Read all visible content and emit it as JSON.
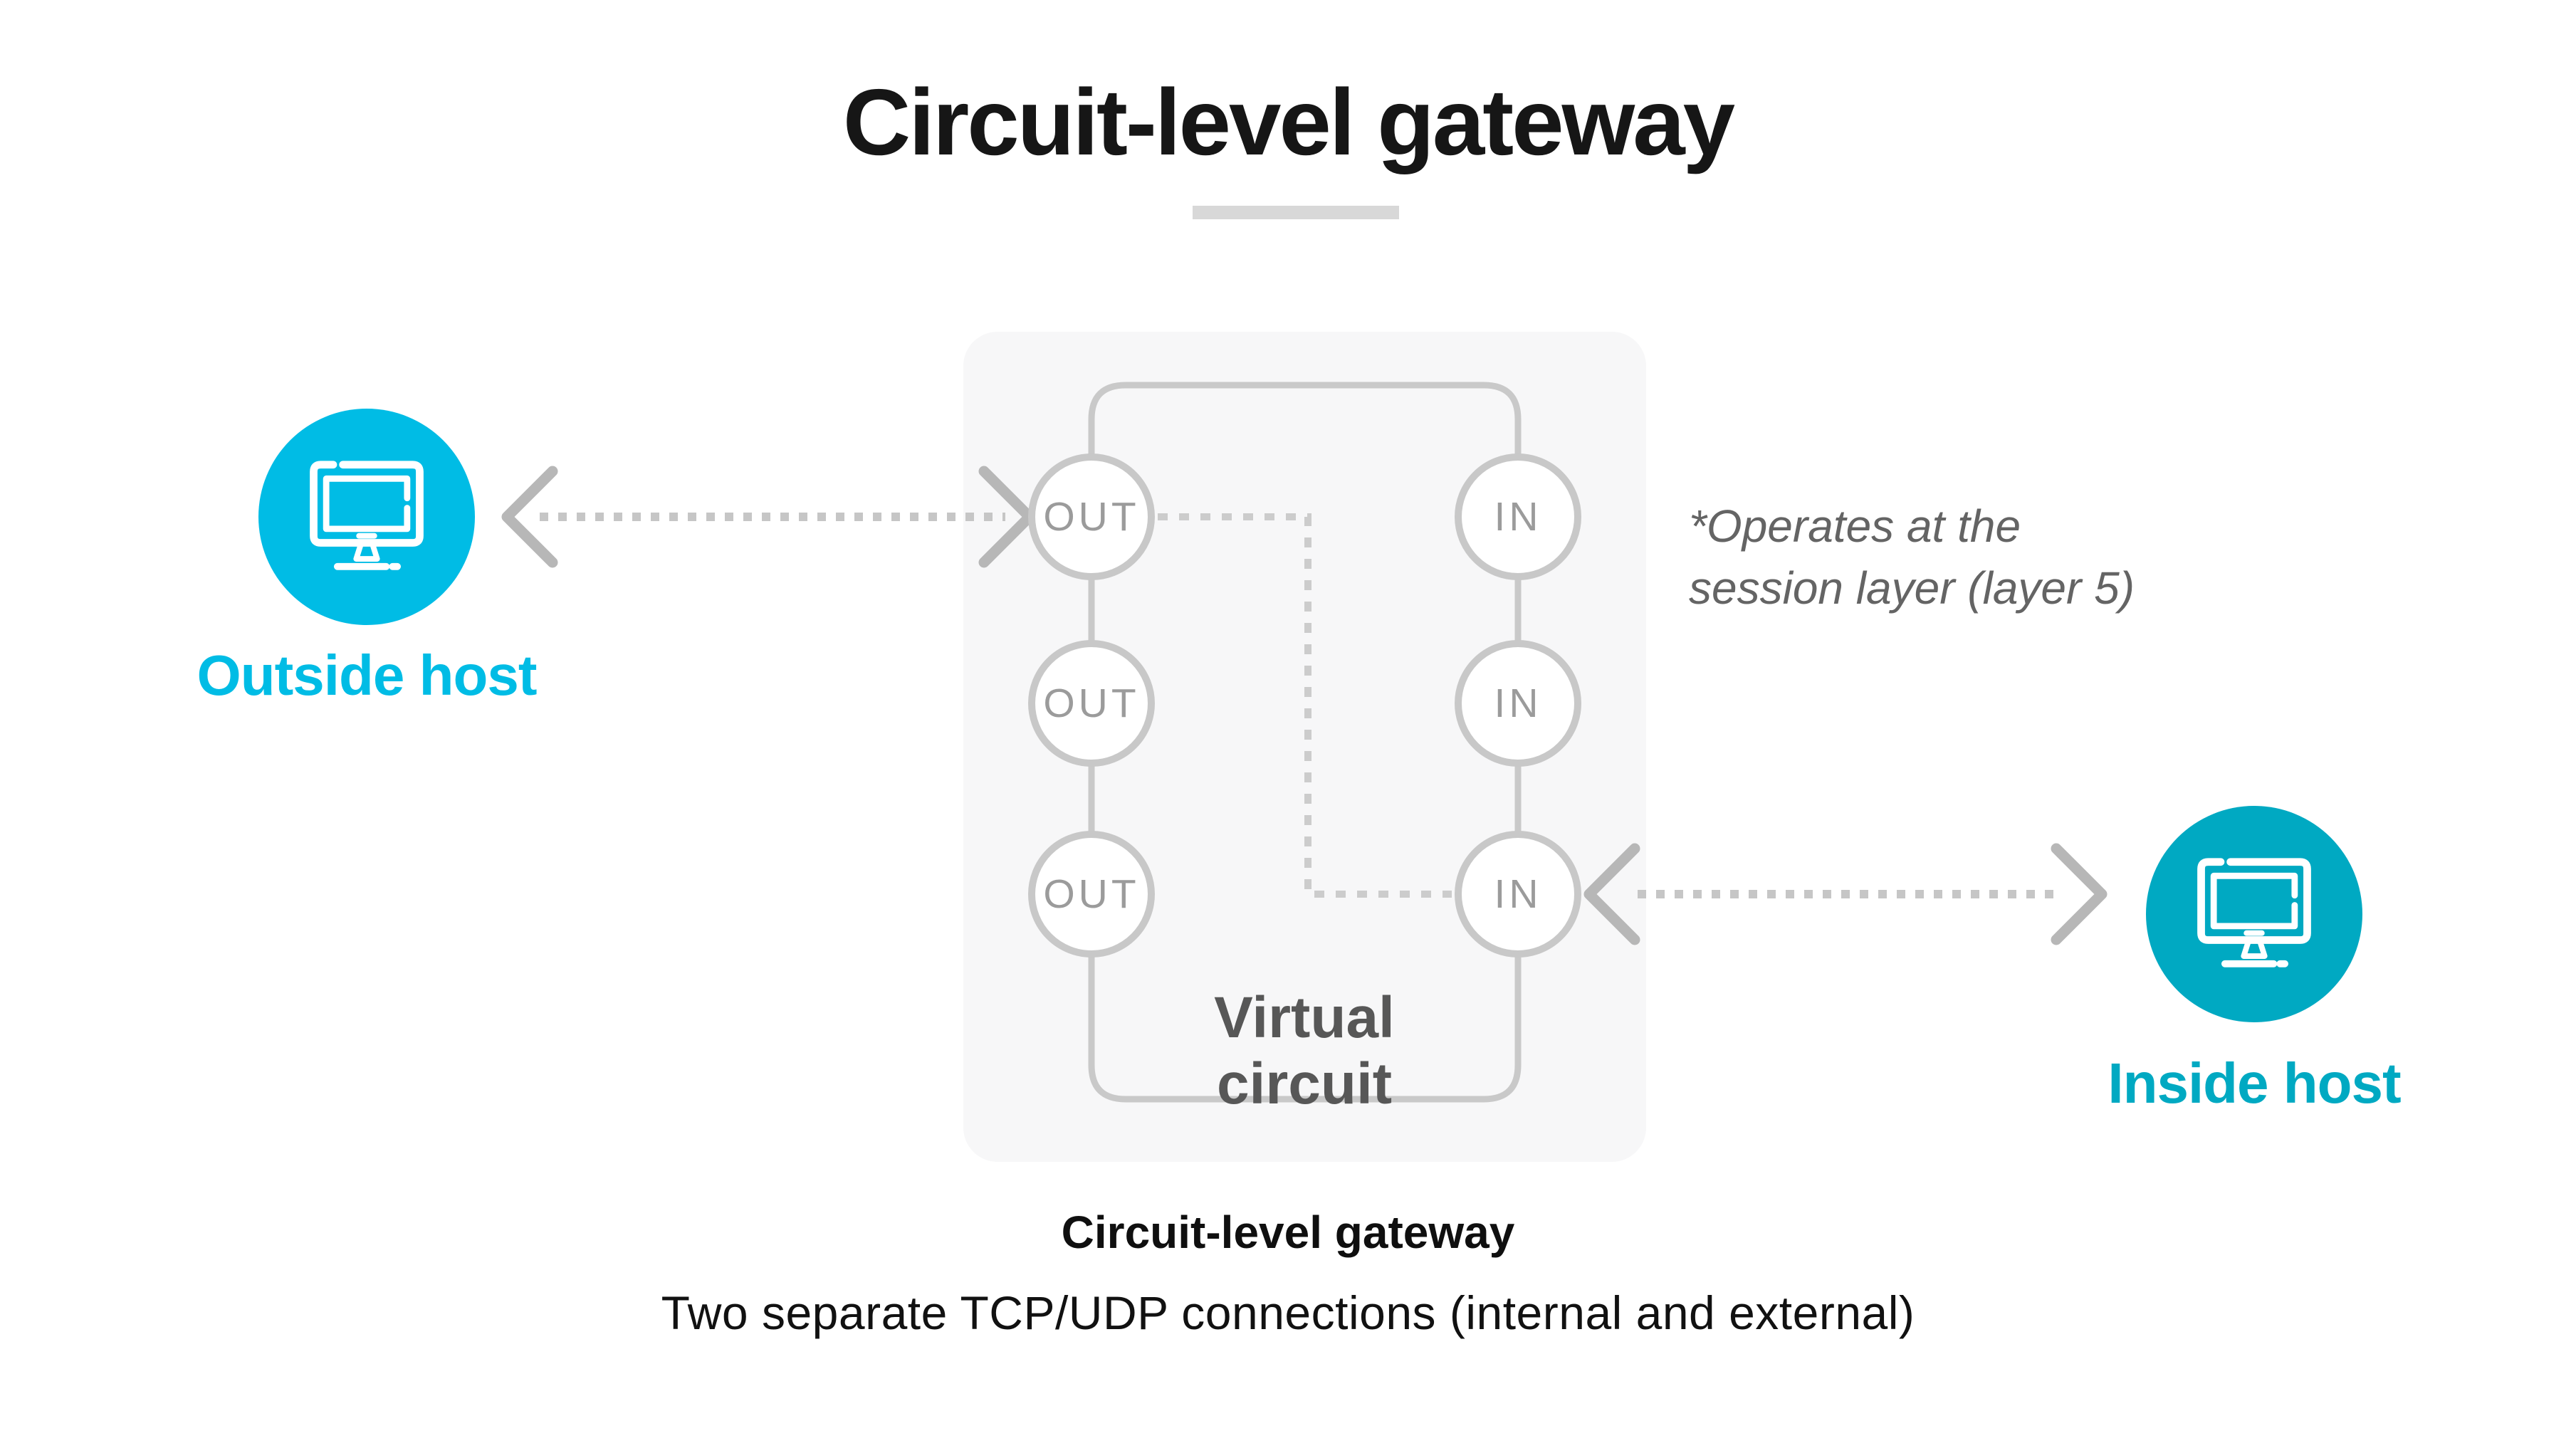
{
  "title": "Circuit-level gateway",
  "hosts": {
    "outside": {
      "label": "Outside host",
      "icon": "monitor-icon",
      "color": "#00BCE5"
    },
    "inside": {
      "label": "Inside host",
      "icon": "monitor-icon",
      "color": "#00A9C2"
    }
  },
  "gateway": {
    "ports_out": [
      {
        "label": "OUT"
      },
      {
        "label": "OUT"
      },
      {
        "label": "OUT"
      }
    ],
    "ports_in": [
      {
        "label": "IN"
      },
      {
        "label": "IN"
      },
      {
        "label": "IN"
      }
    ],
    "virtual_circuit": {
      "line1": "Virtual",
      "line2": "circuit"
    }
  },
  "annotation": {
    "line1": "*Operates at the",
    "line2": "session layer (layer 5)"
  },
  "caption": {
    "title": "Circuit-level gateway",
    "subtitle": "Two separate TCP/UDP connections (internal and external)"
  },
  "colors": {
    "outside_host": "#00BCE5",
    "inside_host": "#00A9C2",
    "panel_bg": "#F7F7F8",
    "connector": "#C9C9C9",
    "dashed_line": "#C9C9C9",
    "arrow_chevron": "#B7B7B7",
    "port_stroke": "#C8C8C8",
    "port_text": "#9B9B9B",
    "virtual_text": "#575757",
    "annotation_text": "#646464",
    "divider": "#D8D8D8",
    "title_text": "#161616"
  }
}
